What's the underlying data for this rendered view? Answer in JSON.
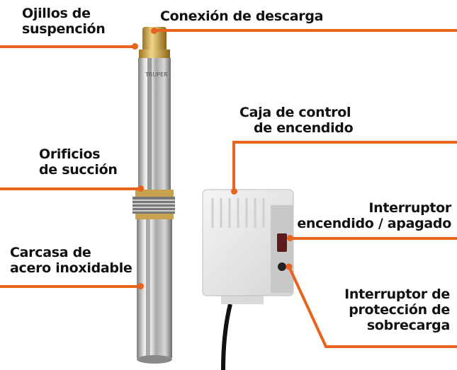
{
  "labels": {
    "ojillos": [
      "Ojillos de",
      "suspención"
    ],
    "conexion": "Conexión de descarga",
    "orificios": [
      "Orificios",
      "de succión"
    ],
    "carcasa": [
      "Carcasa de",
      "acero inoxidable"
    ],
    "caja": [
      "Caja de control",
      "de encendido"
    ],
    "interruptor": [
      "Interruptor",
      "encendido / apagado"
    ],
    "proteccion": [
      "Interruptor de",
      "protección de",
      "sobrecarga"
    ]
  },
  "brand_text": "TRUPER",
  "colors": {
    "accent": "#e8631e",
    "text": "#111111",
    "background": "#ffffff"
  }
}
